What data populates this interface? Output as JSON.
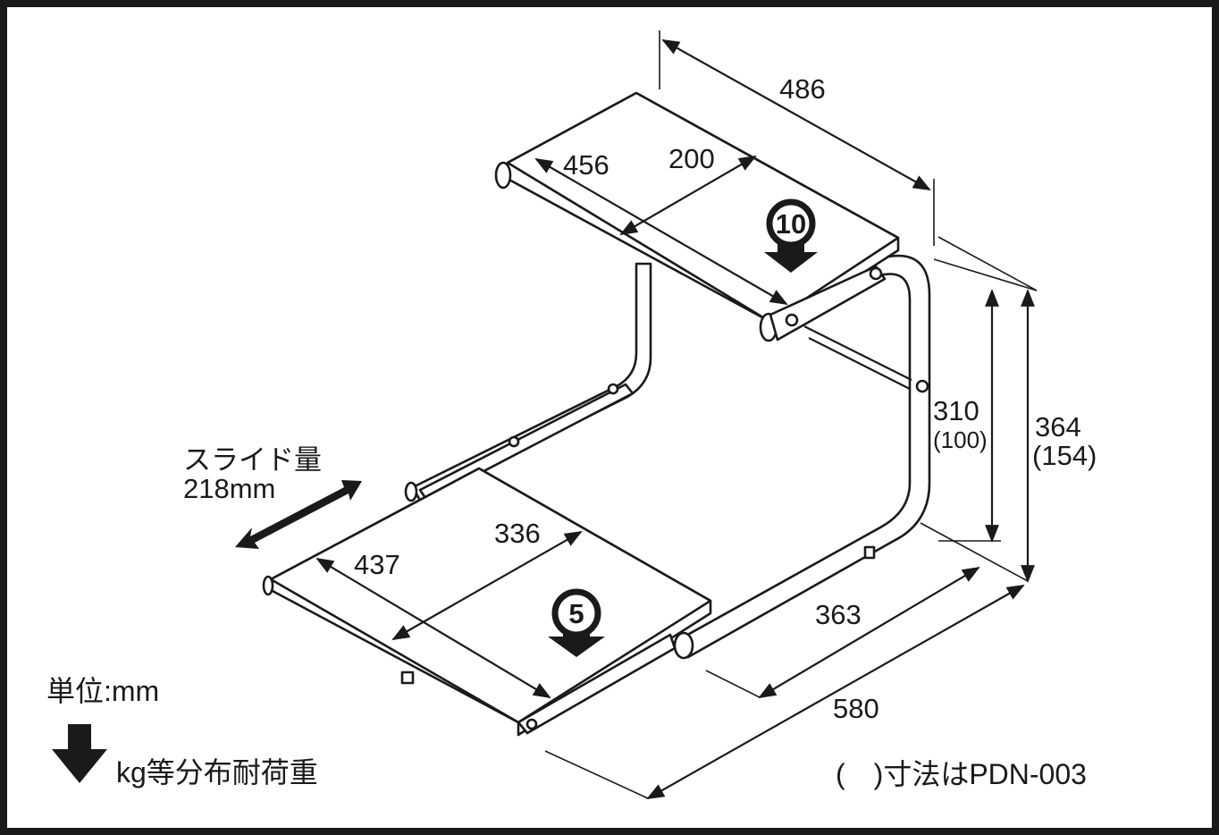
{
  "dimensions": {
    "top_depth": "486",
    "top_width": "456",
    "top_inner": "200",
    "height_inner": "310",
    "height_inner_alt": "(100)",
    "height_total": "364",
    "height_total_alt": "(154)",
    "bottom_inner": "336",
    "bottom_width": "437",
    "base_depth_inner": "363",
    "base_depth": "580"
  },
  "slide": {
    "label": "スライド量",
    "value": "218mm"
  },
  "loads": {
    "top": "10",
    "bottom": "5"
  },
  "legend": {
    "unit": "単位:mm",
    "load_label": "kg等分布耐荷重",
    "note": "(　)寸法はPDN-003"
  },
  "colors": {
    "line": "#1a1a1a",
    "background": "#ffffff"
  }
}
